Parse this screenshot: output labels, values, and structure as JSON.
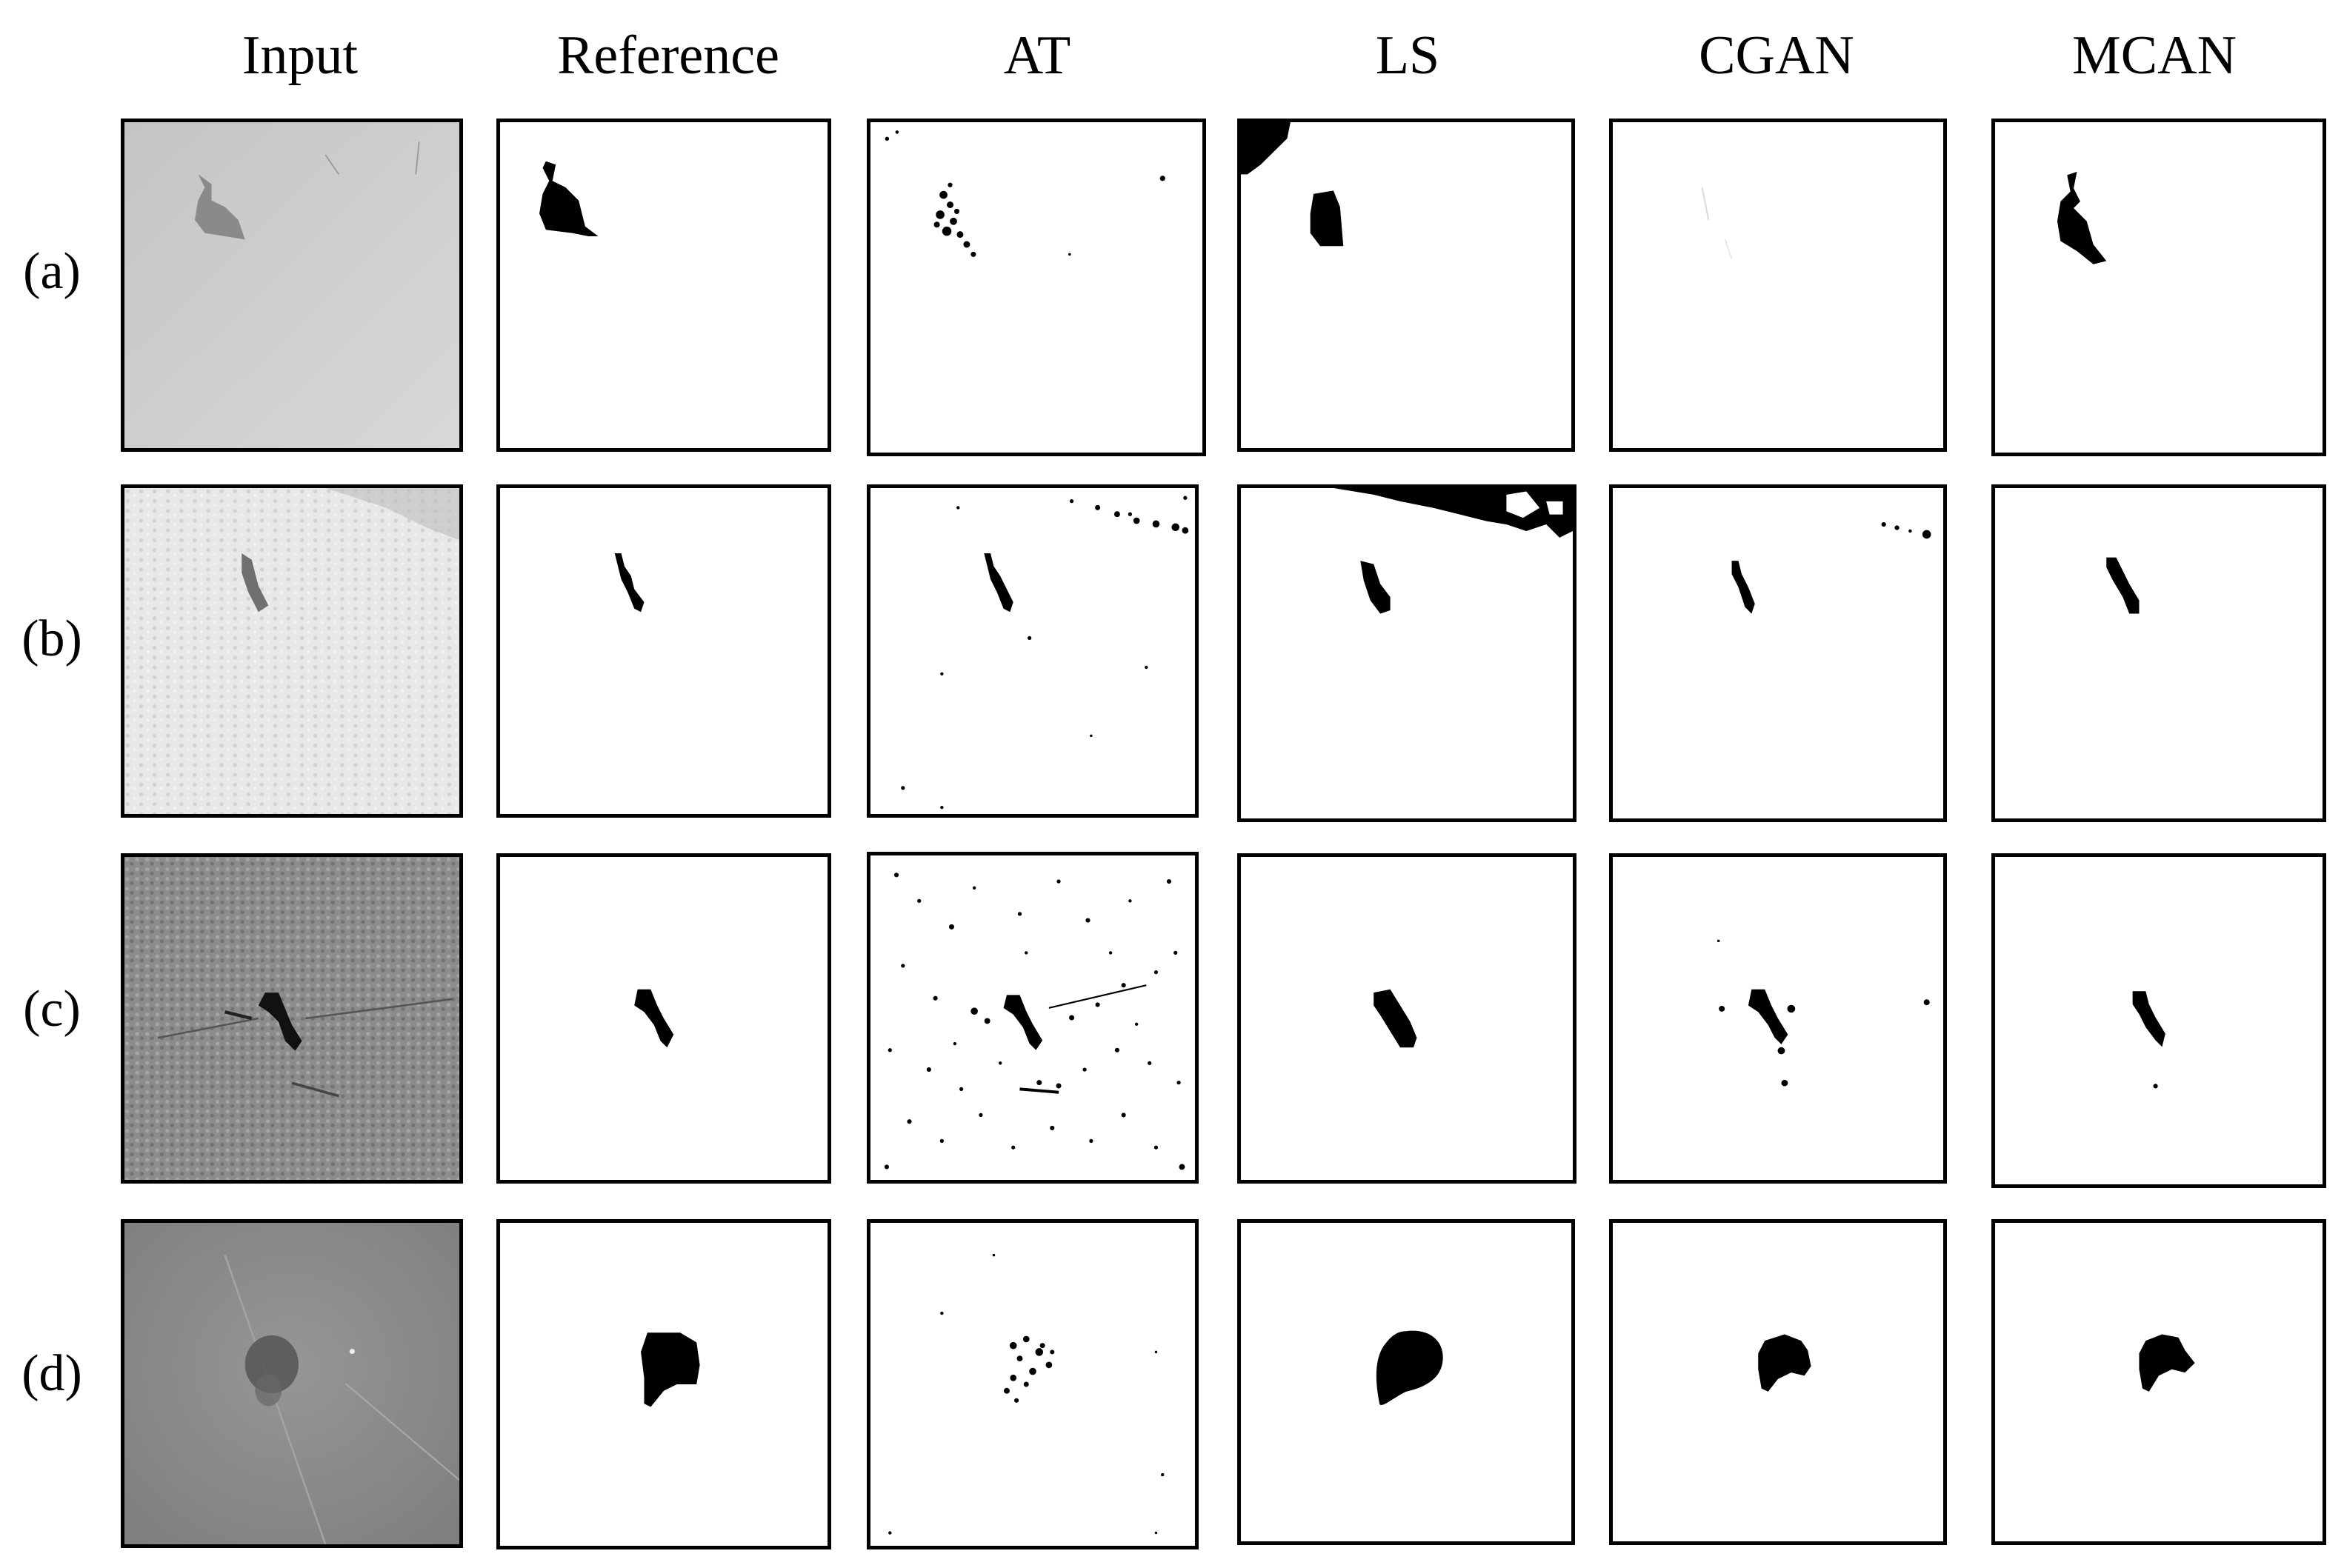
{
  "figure": {
    "columns": [
      "Input",
      "Reference",
      "AT",
      "LS",
      "CGAN",
      "MCAN"
    ],
    "rows": [
      "(a)",
      "(b)",
      "(c)",
      "(d)"
    ]
  },
  "colors": {
    "mask_background": "#ffffff",
    "mask_foreground": "#000000",
    "input_a": "#cfcfcf",
    "input_b": "#e6e6e6",
    "input_c": "#8a8a8a",
    "input_d": "#8e8e8e"
  }
}
